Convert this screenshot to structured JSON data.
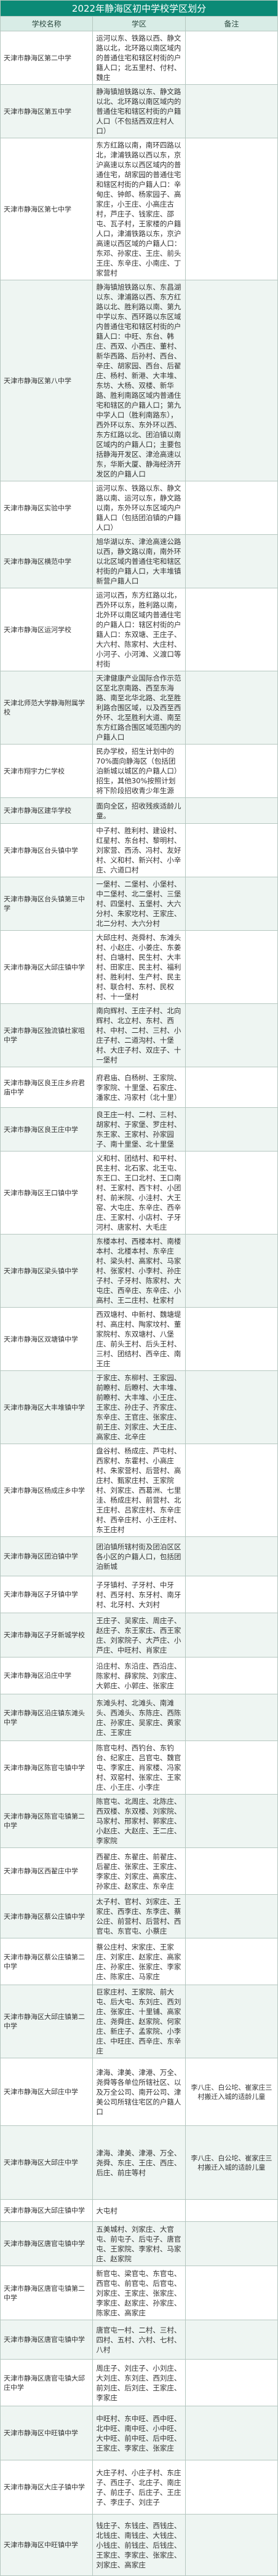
{
  "title": "2022年静海区初中学校学区划分",
  "headers": {
    "school": "学校名称",
    "area": "学区",
    "note": "备注"
  },
  "rows": [
    {
      "h": 74,
      "school": "天津市静海区第二中学",
      "area": "运河以东、铁路以西、静文路以北，北环路以南区域内的普通住宅和辖区村街的户籍人口；北五里村、付村、魏庄",
      "note": ""
    },
    {
      "h": 64,
      "school": "天津市静海区第五中学",
      "area": "静海镇旭铁路以东、静文路以北、北环路以南区域内的普通住宅和辖区村街的户籍人口（不包括西双庄村人口）",
      "note": ""
    },
    {
      "h": 110,
      "school": "天津市静海区第七中学",
      "area": "东方红路以南，南环四路以北，津浦铁路以西以东，京沪高速以东以西区域内的普通住宅，胡家园的普通住宅和辖区村街的户籍人口：辛甸庄、钟郎、杨家园子、高家庄，小王庄、小高庄古村，芦庄子、钱家庄、邵屯、瓦子村，王家楼的户籍人口，津浦铁路以东，京沪高速以西区域的户籍人口：东邓、孙家庄、王庄、前头王庄、东辛庄、小南庄、丁家营村",
      "note": ""
    },
    {
      "h": 140,
      "school": "天津市静海区第八中学",
      "area": "静海镇旭铁路以东、东昌湖以东、津浦路以西、东方红路以北、胜利路以南、第九中学以东、西环路以东区域内普通住宅和辖区村街的户籍人口：中旺、东台、韩庄、西双、小西庄、董村、新华西路、后孙村、西台、辛庄、胡家园、西台、后翟庄、杨村、新港、大丰堆、东坊、大杨、双楼、新华路、胜利南路区域内普通住宅和辖区的户籍人口；第九中学人口（胜利南路东），西外环以东、东外环以西、东方红路以北、团泊镇以南区域内的户籍人口；主要包括静海开发区、津沧高速以东，华斯大厦、静海经济开发区的户籍人口",
      "note": ""
    },
    {
      "h": 64,
      "school": "天津市静海区实验中学",
      "area": "运河以东、铁路以东、静文路以南、运河以东，静文路以南，东外环以东区域内户籍人口（包括团泊镇的户籍人口）",
      "note": ""
    },
    {
      "h": 64,
      "school": "天津市静海区横范中学",
      "area": "旭华湖以东、津沧高速公路以西，静文路以南，南外环以北区域内普通住宅和辖区村街的户籍人口，大丰堆镇新营户籍人口",
      "note": ""
    },
    {
      "h": 88,
      "school": "天津市静海区运河学校",
      "area": "运河以西，东方红路以北，西外环以东，胜利路以南，北外环以南区域内普通住宅的户籍人口：辖区村街的户籍人口：东双塘、王庄子、大六村、陈家村、大庄村、小河子、小河滩、义渡口等村街",
      "note": ""
    },
    {
      "h": 76,
      "school": "天津北师范大学静海附属学校",
      "area": "天津健康产业国际合作示范区至北京南路、西至东海路、南至北华北路、北至胜利路合围区域，以及西至西外环、北至胜利大道、南至东方红路合围区域范围内的户籍人口",
      "note": ""
    },
    {
      "h": 62,
      "school": "天津市翔宇力仁学校",
      "area": "民办学校，招生计划中的70%面向静海区（包括团泊新城以城区的户籍人口）招生，其他30%按照计划将下阶段招收青少年生源",
      "note": ""
    },
    {
      "h": 42,
      "school": "天津市静海区建华学校",
      "area": "面向全区，招收残疾适龄儿童。",
      "note": ""
    },
    {
      "h": 66,
      "school": "天津市静海区台头镇中学",
      "area": "中子村、胜利村、建设村、红星村、东台村、黎明村、刘家营、西汤、冯村、友好村、义和村、新兴村、小辛庄、六道口村",
      "note": ""
    },
    {
      "h": 66,
      "school": "天津市静海区台头镇第三中学",
      "area": "一堡村、二堡村、小堡村、中二堡村、北二堡村、三堡村、四堡村、五堡村、大六分村、朱家圪村、王家庄、北二分村、大六分村",
      "note": ""
    },
    {
      "h": 100,
      "school": "天津市静海区大邱庄镇中学",
      "area": "大邱庄村、尧舜村、东滩头村、小赵庄、小姜庄、东姜村、白塘村、民生村、大丰村、田家庄、民主村、福利村、胜利村、生产村、民主村、联合村、东村、民权村、十一堡村",
      "note": ""
    },
    {
      "h": 66,
      "school": "天津市静海区独流镇杜家咀中学",
      "area": "南向辉村、王庄子村、北向辉村、北立村、东村、西村、中村、二村、三村、小庄子村、二道沟村、十堡村、大庄子村、双庄子、十一堡村",
      "note": ""
    },
    {
      "h": 66,
      "school": "天津市静海区良王庄乡府君庙中学",
      "area": "府君庙、白杨树、王家院、李家院、十里堡、石家庄、潘家庄、冯家村（北十里）",
      "note": ""
    },
    {
      "h": 60,
      "school": "天津市静海区良王庄中学",
      "area": "良王庄一村、二村、三村、胡家村、于家堡、罗庄村、东王家、王家村、孙家园子、南十里堡、北十里堡",
      "note": ""
    },
    {
      "h": 100,
      "school": "天津市静海区王口镇中学",
      "area": "义和村、团结村、和平村、民主村、北石家、北王屯、东王口、王口北村、王口南村、王家村、西卞村、小团村、前米院、小洼村、大王窑、大屯庄、东辛庄、西辛庄、王家村、小店村、子牙河村、唐家村、大毛庄",
      "note": ""
    },
    {
      "h": 88,
      "school": "天津市静海区梁头镇中学",
      "area": "东楼本村、西楼本村、南楼本村、北楼本村、东辛庄村、梁头村、高家村、马家村、张家村、小李村、孙庄子村、子牙村、陈家村、大屯庄、西辛庄、东辛庄、小高村、王二庄村、杜家村",
      "note": ""
    },
    {
      "h": 76,
      "school": "天津市静海区双塘镇中学",
      "area": "西双塘村、中新村、魏塘堤村、高庄村、陶家坟村、董家院村、东双塘村、八堡庄、前头王村、后头王村、三村、团结村、西辛庄、南王庄",
      "note": ""
    },
    {
      "h": 88,
      "school": "天津市静海区大丰堆镇中学",
      "area": "于家庄、东柳村、王家园、前瞭村、后瞭村、大丰堆、前瞭村、大丰堆、小王庄、王家庄、孙庄子、齐家庄、东辛庄、王官庄、张家庄、前王庄、刘家庄、大王庄、高家庄、北辛庄",
      "note": ""
    },
    {
      "h": 100,
      "school": "天津市静海区杨成庄乡中学",
      "area": "盘谷村、杨成庄、芦屯村、西家村、东霍村、小高庄村、朱家营村、后营村、高庄村、甄家庄村、王家院村、刘家庄、西葛洲、七里洼、杨成庄村、前营村、北王庄村、吕家庄村、东辛庄村、西辛庄村、小王庄村、东王庄村",
      "note": ""
    },
    {
      "h": 64,
      "school": "天津市静海区团泊镇中学",
      "area": "团泊镇所辖村街及团泊区区各小区的户籍人口，包括团泊新城",
      "note": ""
    },
    {
      "h": 60,
      "school": "天津市静海区子牙镇中学",
      "area": "子牙镇村、子牙村、中牙村、西牙村、东牙村、南牙村、北牙村、大刘村",
      "note": ""
    },
    {
      "h": 72,
      "school": "天津市静海区子牙新城学校",
      "area": "王庄子、吴家庄、周庄子、赵庄子、东王家庄、西王家庄、刘家院子、大芦庄、小芦庄、中旺村、肖家庄",
      "note": ""
    },
    {
      "h": 60,
      "school": "天津市静海区沿庄中学",
      "area": "沿庄村、东沿庄、西沿庄、陈家村、薛家院、刘家庄、大郭庄、小郭庄、张家庄",
      "note": ""
    },
    {
      "h": 76,
      "school": "天津市静海区沿庄镇东滩头中学",
      "area": "东滩头村、北滩头、南滩头、西滩头、东陈庄、西陈庄、孙家庄、吴家庄、黄家庄、王家庄",
      "note": ""
    },
    {
      "h": 76,
      "school": "天津市静海区陈官屯镇中学",
      "area": "陈官屯村、西钓台、东钓台、纪家庄、吕官屯、魏官屯、李家庄、肖家楼、冯家村、双窑村、张家庄、王家庄、小王庄、小李庄",
      "note": ""
    },
    {
      "h": 76,
      "school": "天津市静海区陈官屯镇第二中学",
      "area": "陈官屯、北周庄、北陈庄、西双楼、东双楼、刘家院、马家村、邢家村、郭家庄、小赵庄、大赵庄、王二庄、李家院",
      "note": ""
    },
    {
      "h": 76,
      "school": "天津市静海区西翟庄中学",
      "area": "西翟庄、东翟庄、前翟庄、后翟庄、张家庄、王家庄、李家庄、刘家庄、高家庄、孙家庄、赵家庄、东辛庄",
      "note": ""
    },
    {
      "h": 64,
      "school": "天津市静海区蔡公庄镇中学",
      "area": "太子村、官村、刘家庄、王家庄、西李庄、东李庄、蔡公庄、前营村、后营村、西官屯、东官屯、小蔡庄",
      "note": ""
    },
    {
      "h": 76,
      "school": "天津市静海区蔡公庄镇第二中学",
      "area": "蔡公庄村、宋家庄、王家庄、刘家庄、赵家庄、高家庄、孙家庄、张家庄、李家庄、陈家庄、马家庄",
      "note": ""
    },
    {
      "h": 96,
      "school": "天津市静海区大邱庄镇第二中学",
      "area": "巨家庄村、王家院、前大屯、后大屯、东刘庄、西刘庄、张家庄、十里铺、高家庄、尧舜庄、赵家院、何家庄、新庄子、孟家院、小李庄、中旺庄、西辛庄、东辛庄",
      "note": ""
    },
    {
      "h": 110,
      "school": "天津市静海区大邱庄中学",
      "area": "津海、津美、津港、万全、尧舜等各单位所辖社区、以及万全公司、南开公司、津美公司所辖住宅区的户籍人口",
      "note": "李八庄、白公坨、崔家庄三村搬迁入城的适龄儿童"
    },
    {
      "h": 120,
      "school": "天津市静海区大邱庄中学",
      "area": "津海、津美、津港、万全、尧舜、东庄、王庄、西庄、后庄、前庄等村",
      "note": "李八庄、白公坨、崔家庄三村搬迁入城的适龄儿童"
    },
    {
      "h": 36,
      "school": "天津市静海区大邱庄镇中学",
      "area": "大屯村",
      "note": ""
    },
    {
      "h": 72,
      "school": "天津市静海区唐官屯镇中学",
      "area": "五美城村、刘家庄、大官屯、前屯子、后屯子、唐官屯、王家院、李家村、马家庄、赵家院",
      "note": ""
    },
    {
      "h": 88,
      "school": "天津市静海区唐官屯镇第二中学",
      "area": "新官屯、梁官屯、东官屯、西官屯、前官屯、后官屯、刘家庄、王家庄、张家庄、李家庄、赵家庄、孙家庄、陈家庄、高家庄",
      "note": ""
    },
    {
      "h": 64,
      "school": "天津市静海区唐官屯镇中学",
      "area": "唐官屯一村、二村、三村、四村、五村、六村、七村、八村",
      "note": ""
    },
    {
      "h": 76,
      "school": "天津市静海区唐官屯镇大邱庄中学",
      "area": "周庄子、刘庄子、小刘庄、大刘庄、东刘庄、西刘庄、前刘庄、后刘庄、王家庄、李家庄",
      "note": ""
    },
    {
      "h": 88,
      "school": "天津市静海区中旺镇中学",
      "area": "中旺村、东中旺、西中旺、北中旺、南中旺、小中旺、大中旺、前中旺、后中旺、王家庄、李家庄、张家庄",
      "note": ""
    },
    {
      "h": 88,
      "school": "天津市静海区大庄子镇中学",
      "area": "大庄子村、小庄子村、东庄子、西庄子、北庄子、南庄子、前庄子、后庄子、王庄子、李庄子、刘庄子",
      "note": ""
    },
    {
      "h": 100,
      "school": "天津市静海区中旺镇中学",
      "area": "钱庄子、东钱庄、西钱庄、北钱庄、南钱庄、大钱庄、小钱庄、前钱庄、后钱庄、王家庄、李家庄、张家庄、刘家庄、高家庄",
      "note": ""
    }
  ]
}
